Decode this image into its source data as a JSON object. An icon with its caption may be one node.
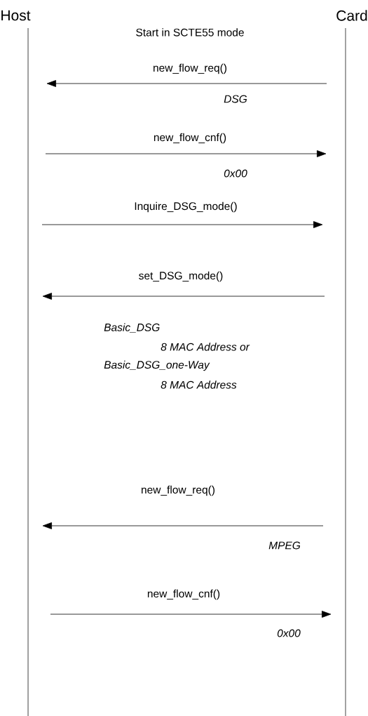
{
  "diagram": {
    "nodes": [
      {
        "text": [
          "Host"
        ]
      },
      {
        "text": [
          "Card"
        ]
      }
    ],
    "edges": [
      {
        "from": 1,
        "to": 0,
        "arrow": "to",
        "label": "new_flow_req()"
      },
      {
        "from": 0,
        "to": 1,
        "arrow": "to",
        "label": "new_flow_cnf()"
      },
      {
        "from": 0,
        "to": 1,
        "arrow": "to",
        "label": "Inquire_DSG_mode()"
      },
      {
        "from": 1,
        "to": 0,
        "arrow": "to",
        "label": "set_DSG_mode()"
      },
      {
        "from": 1,
        "to": 0,
        "arrow": "to",
        "label": "new_flow_req()"
      },
      {
        "from": 0,
        "to": 1,
        "arrow": "to",
        "label": "new_flow_cnf()"
      }
    ],
    "labels": [
      "Start in SCTE55 mode",
      "DSG",
      "0x00",
      "Basic_DSG",
      "8 MAC Address or",
      "Basic_DSG_one-Way",
      "8 MAC Address",
      "MPEG",
      "0x00"
    ]
  }
}
